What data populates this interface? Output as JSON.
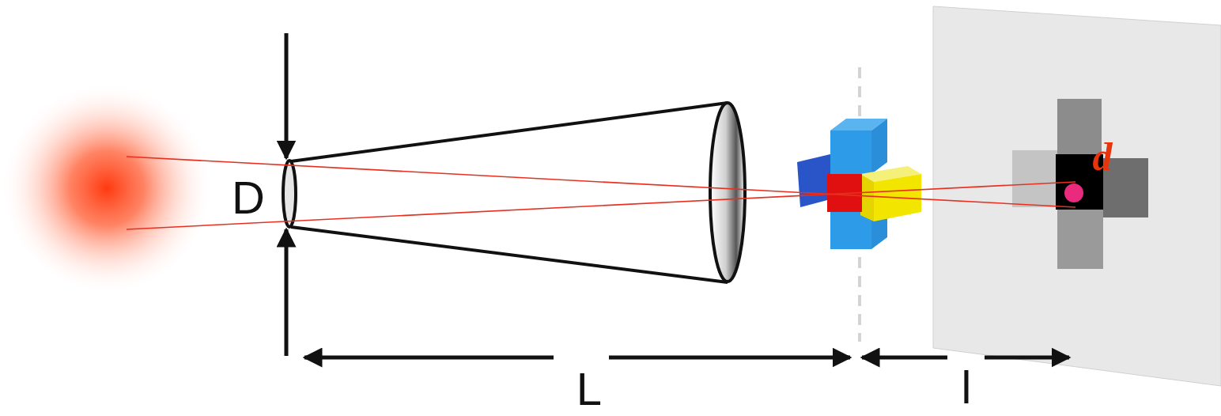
{
  "diagram": {
    "labels": [
      "D",
      "d",
      "L",
      "l"
    ]
  }
}
